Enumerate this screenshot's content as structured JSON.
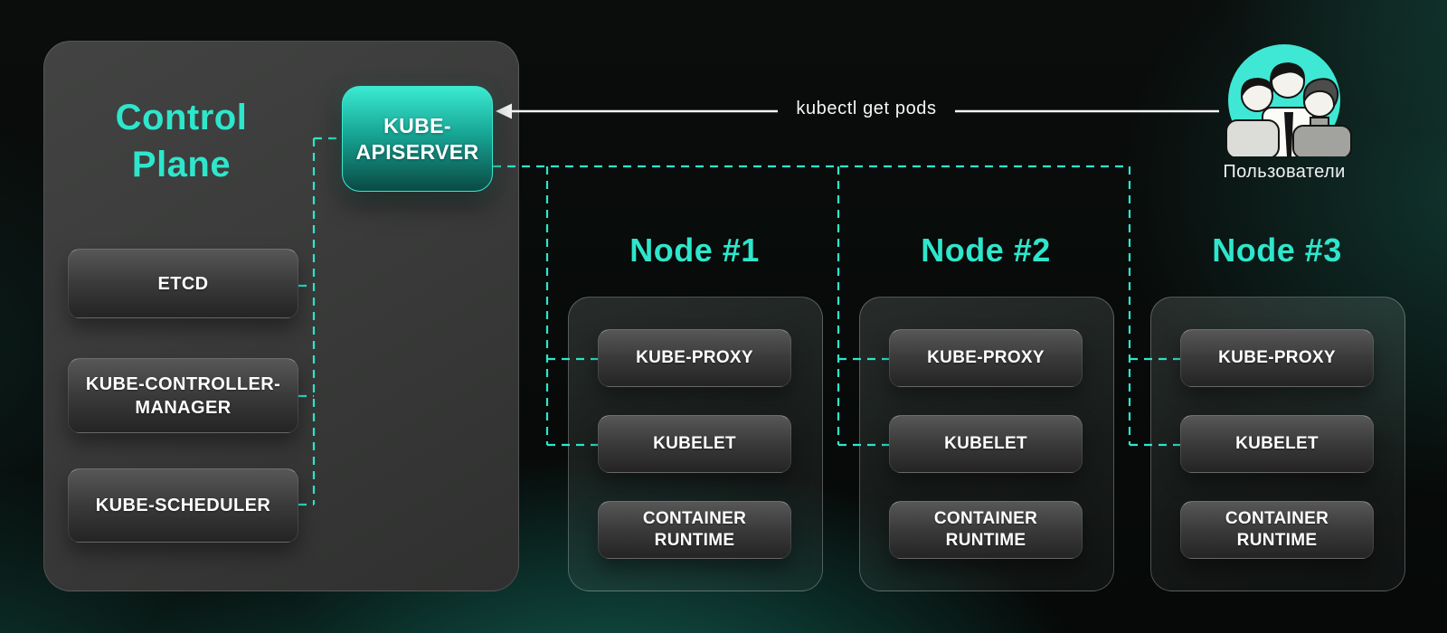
{
  "colors": {
    "accent_teal": "#2EE6CB",
    "apiserver_gradient_top": "#3BEAD1",
    "apiserver_gradient_bottom": "#0A4A44",
    "panel_gray": "#3A3A3A",
    "box_text": "#FFFFFF",
    "arrow_white": "#F5F5F5",
    "users_circle_teal": "#3FE8D4"
  },
  "control_plane": {
    "title": "Control Plane",
    "apiserver": {
      "label": "KUBE-APISERVER"
    },
    "components": [
      {
        "label": "ETCD"
      },
      {
        "label": "KUBE-CONTROLLER-MANAGER"
      },
      {
        "label": "KUBE-SCHEDULER"
      }
    ]
  },
  "command_arrow": {
    "label": "kubectl get pods"
  },
  "users": {
    "label": "Пользователи"
  },
  "nodes": [
    {
      "title": "Node #1",
      "components": [
        {
          "label": "KUBE-PROXY"
        },
        {
          "label": "KUBELET"
        },
        {
          "label": "CONTAINER RUNTIME"
        }
      ]
    },
    {
      "title": "Node #2",
      "components": [
        {
          "label": "KUBE-PROXY"
        },
        {
          "label": "KUBELET"
        },
        {
          "label": "CONTAINER RUNTIME"
        }
      ]
    },
    {
      "title": "Node #3",
      "components": [
        {
          "label": "KUBE-PROXY"
        },
        {
          "label": "KUBELET"
        },
        {
          "label": "CONTAINER RUNTIME"
        }
      ]
    }
  ]
}
